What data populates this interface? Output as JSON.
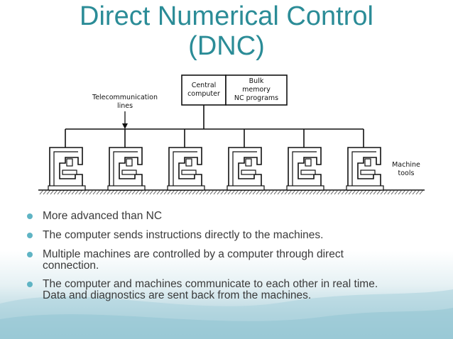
{
  "slide": {
    "title_line1": "Direct Numerical Control",
    "title_line2": "(DNC)"
  },
  "diagram": {
    "central_computer": [
      "Central",
      "computer"
    ],
    "bulk_memory": [
      "Bulk",
      "memory",
      "NC programs"
    ],
    "telecom_label": [
      "Telecommunication",
      "lines"
    ],
    "machine_label": [
      "Machine",
      "tools"
    ],
    "machine_count": 6
  },
  "bullets": [
    {
      "line1": "More advanced than NC",
      "line2": ""
    },
    {
      "line1": "The computer sends instructions directly to the machines.",
      "line2": ""
    },
    {
      "line1": "Multiple machines are controlled by a computer through direct",
      "line2": "connection."
    },
    {
      "line1": "The computer and machines communicate to each other in real time.",
      "line2": "Data and diagnostics are sent back from the machines."
    }
  ],
  "colors": {
    "title": "#2b8c97",
    "bullet_dot": "#5fb4c4",
    "text": "#3a3a3a"
  }
}
